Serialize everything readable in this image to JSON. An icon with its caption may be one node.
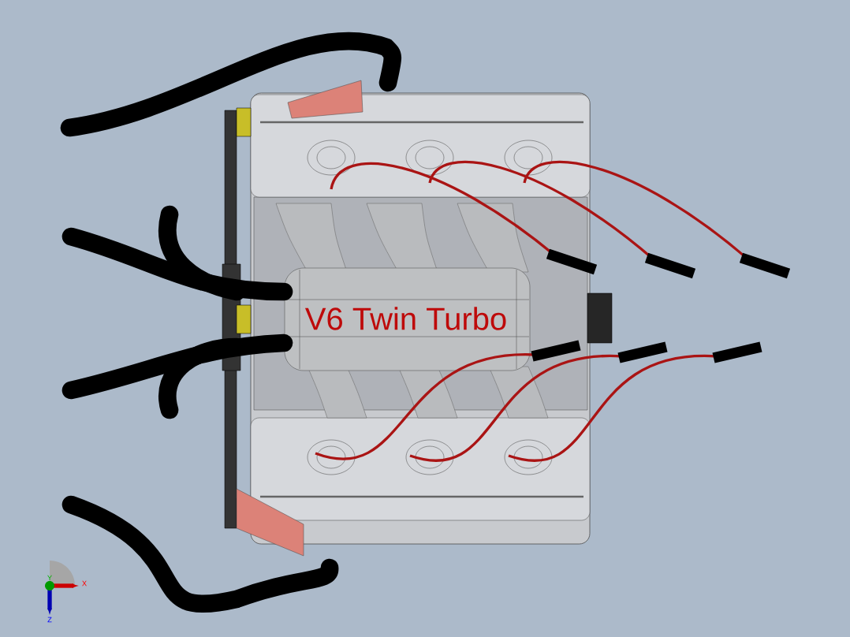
{
  "diagram": {
    "labels": [
      "V6 Twin Turbo",
      "Y",
      "X",
      "Z"
    ]
  }
}
